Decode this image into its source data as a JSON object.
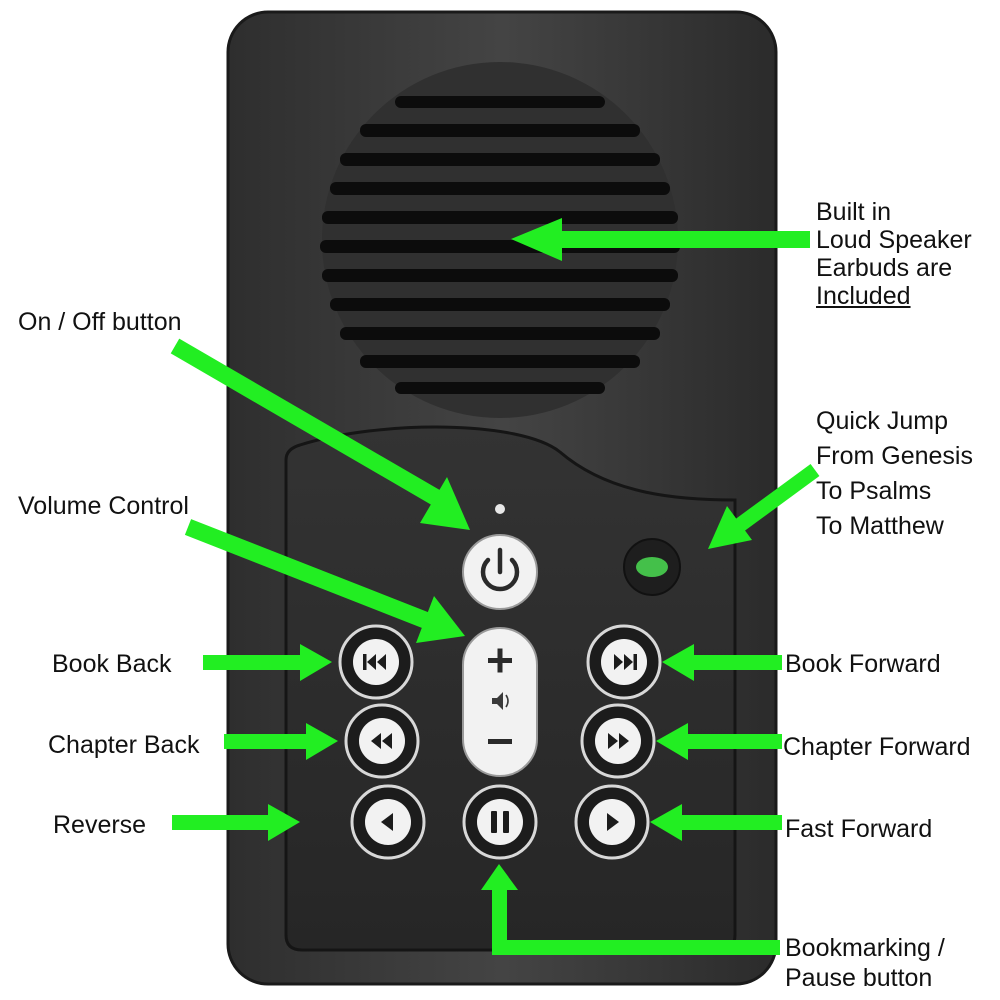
{
  "colors": {
    "arrow": "#22ee22",
    "body": "#3a3a3a",
    "panel": "#2a2a2a",
    "button_white": "#f2f2f2",
    "button_dark": "#1c1c1c",
    "quick_jump_led": "#44c04a"
  },
  "labels": {
    "speaker": {
      "line1": "Built in",
      "line2": "Loud Speaker",
      "line3": "Earbuds are",
      "line4": "Included"
    },
    "power": "On / Off button",
    "quick_jump": {
      "line1": "Quick Jump",
      "line2": "From Genesis",
      "line3": "To Psalms",
      "line4": "To Matthew"
    },
    "volume": "Volume Control",
    "book_back": "Book Back",
    "book_forward": "Book Forward",
    "chapter_back": "Chapter Back",
    "chapter_forward": "Chapter Forward",
    "reverse": "Reverse",
    "fast_forward": "Fast Forward",
    "bookmark": {
      "line1": "Bookmarking /",
      "line2": "Pause button"
    }
  },
  "icons": {
    "power": "power-icon",
    "book_back": "skip-back-icon",
    "book_forward": "skip-forward-icon",
    "chapter_back": "rewind-icon",
    "chapter_forward": "fast-forward-icon",
    "reverse": "play-reverse-icon",
    "fast_forward": "play-icon",
    "pause": "pause-icon",
    "volume_up": "plus-icon",
    "volume_down": "minus-icon",
    "speaker": "speaker-icon"
  }
}
